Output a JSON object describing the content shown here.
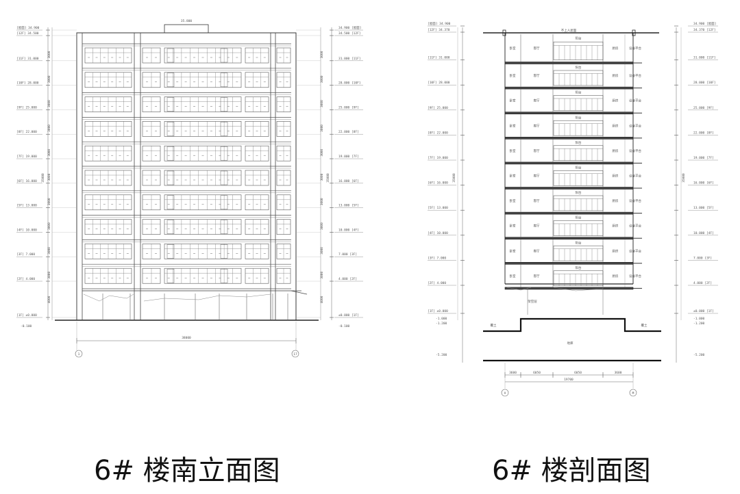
{
  "captions": {
    "elevation": "6# 楼南立面图",
    "section": "6# 楼剖面图"
  },
  "elevation": {
    "roof_top_mark": "35.800",
    "level_marks": [
      {
        "floor": "[屋面]",
        "elev": "34.900"
      },
      {
        "floor": "[12F]",
        "elev": "34.500"
      },
      {
        "floor": "[11F]",
        "elev": "31.000"
      },
      {
        "floor": "[10F]",
        "elev": "28.000"
      },
      {
        "floor": "[9F]",
        "elev": "25.000"
      },
      {
        "floor": "[8F]",
        "elev": "22.000"
      },
      {
        "floor": "[7F]",
        "elev": "19.000"
      },
      {
        "floor": "[6F]",
        "elev": "16.000"
      },
      {
        "floor": "[5F]",
        "elev": "13.000"
      },
      {
        "floor": "[4F]",
        "elev": "10.000"
      },
      {
        "floor": "[3F]",
        "elev": "7.000"
      },
      {
        "floor": "[2F]",
        "elev": "4.000"
      },
      {
        "floor": "[1F]",
        "elev": "±0.000"
      }
    ],
    "ground_mark": "-0.100",
    "story_dims": [
      "3000",
      "3000",
      "3000",
      "3000",
      "3000",
      "3000",
      "3000",
      "3000",
      "3000",
      "3000",
      "4000"
    ],
    "total_height_dim": "35000",
    "width_dim": "38000",
    "axis_left": "1",
    "axis_right": "17"
  },
  "section": {
    "roof_label": "不上人屋面",
    "level_marks": [
      {
        "floor": "[屋面]",
        "elev": "34.900"
      },
      {
        "floor": "[12F]",
        "elev": "34.370"
      },
      {
        "floor": "[11F]",
        "elev": "31.000"
      },
      {
        "floor": "[10F]",
        "elev": "28.000"
      },
      {
        "floor": "[9F]",
        "elev": "25.000"
      },
      {
        "floor": "[8F]",
        "elev": "22.000"
      },
      {
        "floor": "[7F]",
        "elev": "19.000"
      },
      {
        "floor": "[6F]",
        "elev": "16.000"
      },
      {
        "floor": "[5F]",
        "elev": "13.000"
      },
      {
        "floor": "[4F]",
        "elev": "10.000"
      },
      {
        "floor": "[3F]",
        "elev": "7.000"
      },
      {
        "floor": "[2F]",
        "elev": "4.000"
      },
      {
        "floor": "[1F]",
        "elev": "±0.000"
      }
    ],
    "ground_marks": [
      "-1.000",
      "-1.200"
    ],
    "basement_mark": "-5.200",
    "room_labels": {
      "a": "卧室",
      "b": "客厅",
      "c": "阳台",
      "d": "厨房",
      "e": "设备平台"
    },
    "ground_room_label": "架空层",
    "basement_label": "地库",
    "fill_label": "覆土",
    "span_dims": [
      "3600",
      "6050",
      "6050",
      "3600"
    ],
    "total_width_dim": "19700",
    "total_height_dim": "35000",
    "axis_left": "A",
    "axis_right": "M"
  }
}
